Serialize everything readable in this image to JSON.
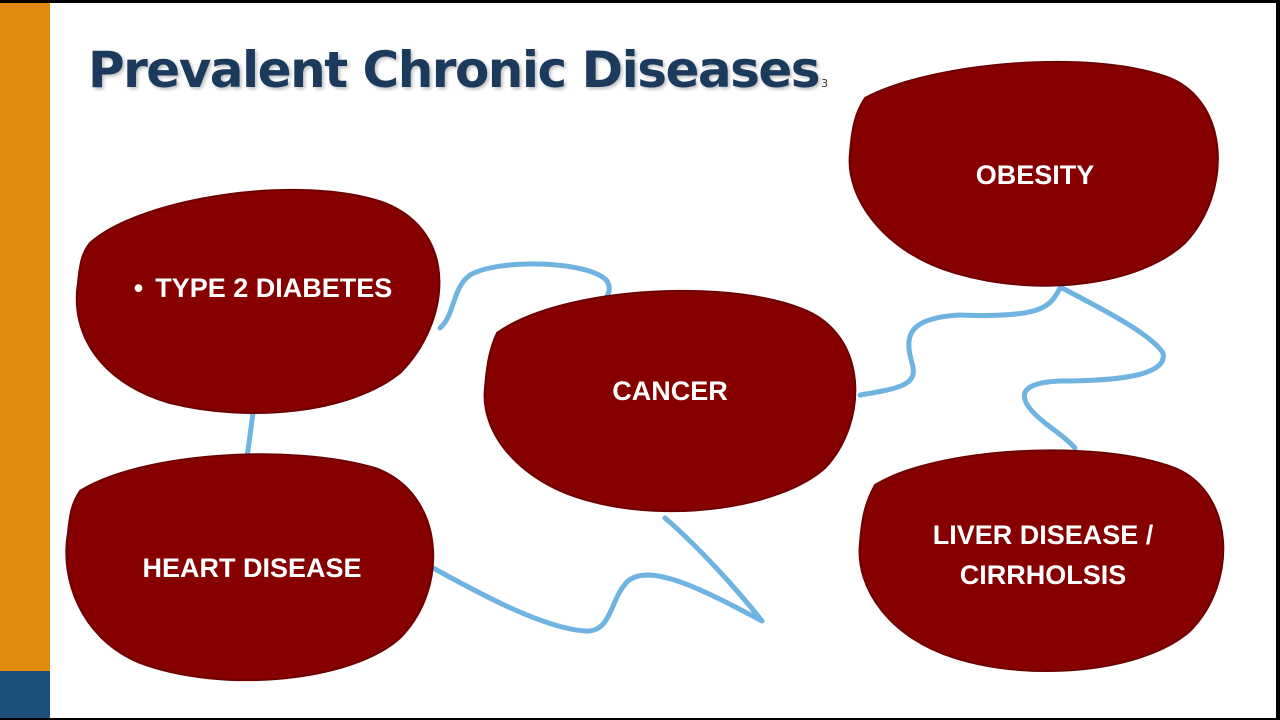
{
  "slide": {
    "title": "Prevalent Chronic Diseases",
    "slide_number": "3"
  },
  "colors": {
    "accent_orange": "#e08a0e",
    "accent_blue": "#1c4f7a",
    "title_color": "#1b3a5c",
    "blob_fill": "#870000",
    "connector": "#6fb3e0"
  },
  "nodes": {
    "diabetes": {
      "bullet": "•",
      "label": "TYPE 2 DIABETES"
    },
    "heart": {
      "label": "HEART DISEASE"
    },
    "cancer": {
      "label": "CANCER"
    },
    "obesity": {
      "label": "OBESITY"
    },
    "liver": {
      "line1": "LIVER DISEASE /",
      "line2": "CIRRHOLSIS"
    }
  }
}
